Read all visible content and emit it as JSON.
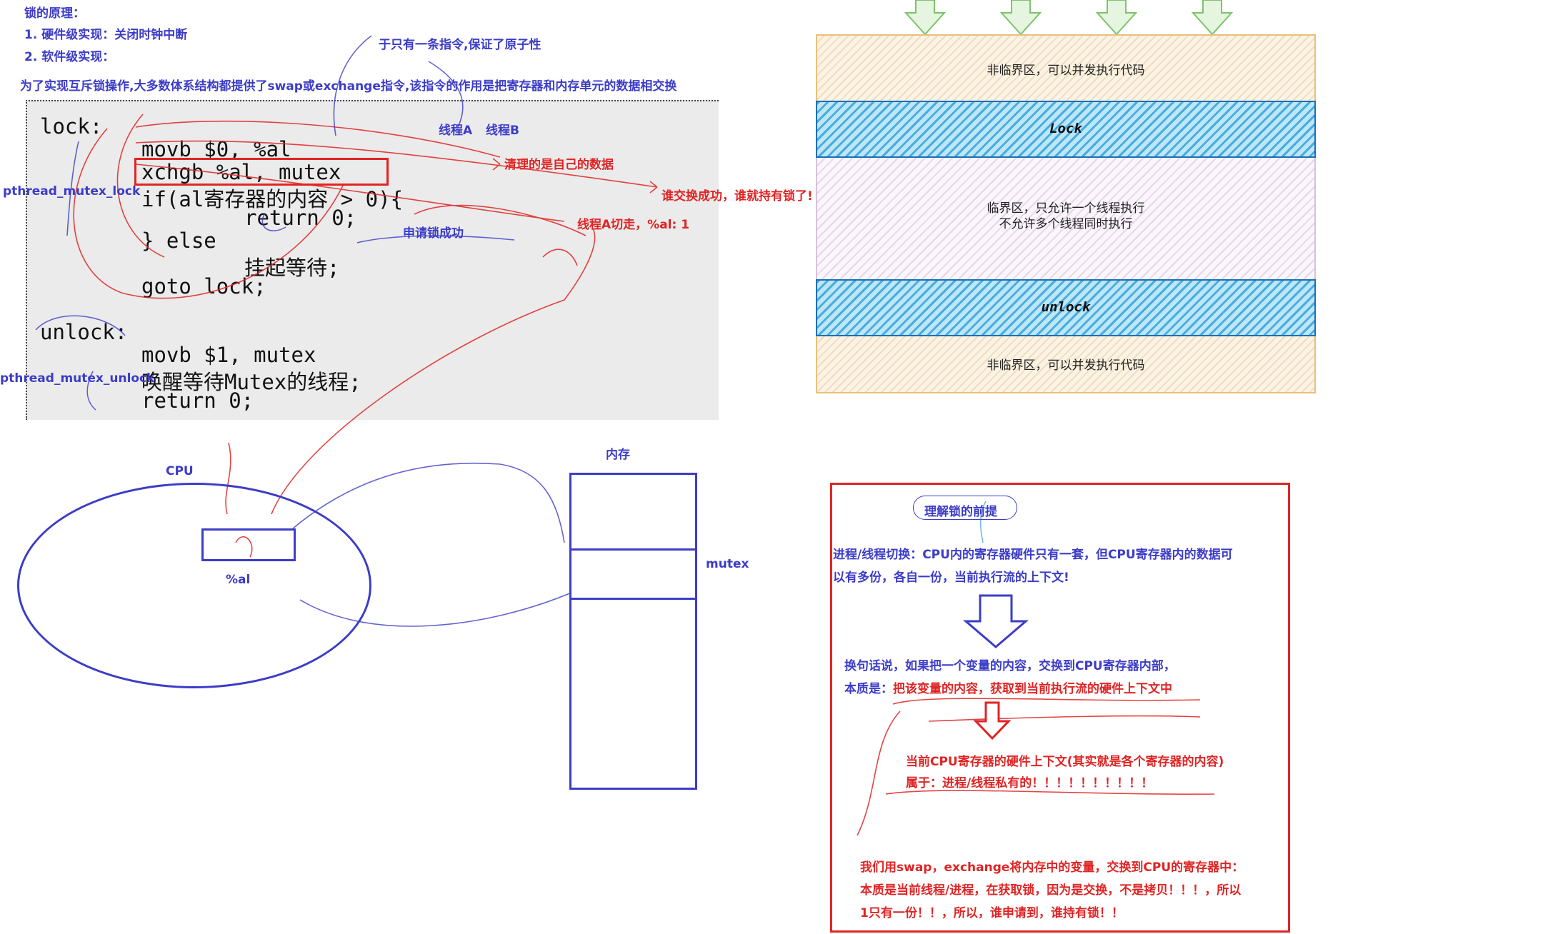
{
  "heading": {
    "title": "锁的原理：",
    "hw": "1. 硬件级实现：关闭时钟中断",
    "sw": "2. 软件级实现：",
    "atomic_note": "于只有一条指令,保证了原子性",
    "swap_note": "为了实现互斥锁操作,大多数体系结构都提供了swap或exchange指令,该指令的作用是把寄存器和内存单元的数据相交换"
  },
  "code": {
    "lock_label": "lock:",
    "line1": "movb $0, %al",
    "line2": "xchgb %al, mutex",
    "line3": "if(al寄存器的内容 > 0){",
    "line4": "return 0;",
    "line5": "} else",
    "line6": "挂起等待;",
    "line7": "goto lock;",
    "unlock_label": "unlock:",
    "line8": "movb $1, mutex",
    "line9": "唤醒等待Mutex的线程;",
    "line10": "return 0;"
  },
  "annotations": {
    "thread_a": "线程A",
    "thread_b": "线程B",
    "clear_own": "清理的是自己的数据",
    "who_swaps": "谁交换成功，谁就持有锁了!",
    "apply_success": "申请锁成功",
    "thread_switch": "线程A切走，%al: 1",
    "mutex_lock_fn": "pthread_mutex_lock",
    "mutex_unlock_fn": "pthread_mutex_unlock"
  },
  "memory_diagram": {
    "cpu_label": "CPU",
    "register_label": "%al",
    "memory_label": "内存",
    "mutex_label": "mutex"
  },
  "critical_section": {
    "non_critical_top": "非临界区，可以并发执行代码",
    "lock": "Lock",
    "critical_line1": "临界区，只允许一个线程执行",
    "critical_line2": "不允许多个线程同时执行",
    "unlock": "unlock",
    "non_critical_bottom": "非临界区，可以并发执行代码"
  },
  "explanation": {
    "tag": "理解锁的前提",
    "p1_line1": "进程/线程切换：CPU内的寄存器硬件只有一套，但CPU寄存器内的数据可",
    "p1_line2": "以有多份，各自一份，当前执行流的上下文!",
    "p2_line1": "换句话说，如果把一个变量的内容，交换到CPU寄存器内部，",
    "p2_line2_prefix": "本质是：",
    "p2_line2_red": "把该变量的内容，获取到当前执行流的硬件上下文中",
    "p3_line1": "当前CPU寄存器的硬件上下文(其实就是各个寄存器的内容)",
    "p3_line2": "属于：进程/线程私有的！！！！！！！！！！",
    "p4_line1": "我们用swap，exchange将内存中的变量，交换到CPU的寄存器中：",
    "p4_line2": "本质是当前线程/进程，在获取锁，因为是交换，不是拷贝！！！，所以",
    "p4_line3": "1只有一份！！，所以，谁申请到，谁持有锁！！"
  },
  "colors": {
    "blue_ink": "#3c3cc8",
    "red_ink": "#e02424",
    "lock_band": "#45aee0",
    "green_arrow": "#7cc46a"
  }
}
